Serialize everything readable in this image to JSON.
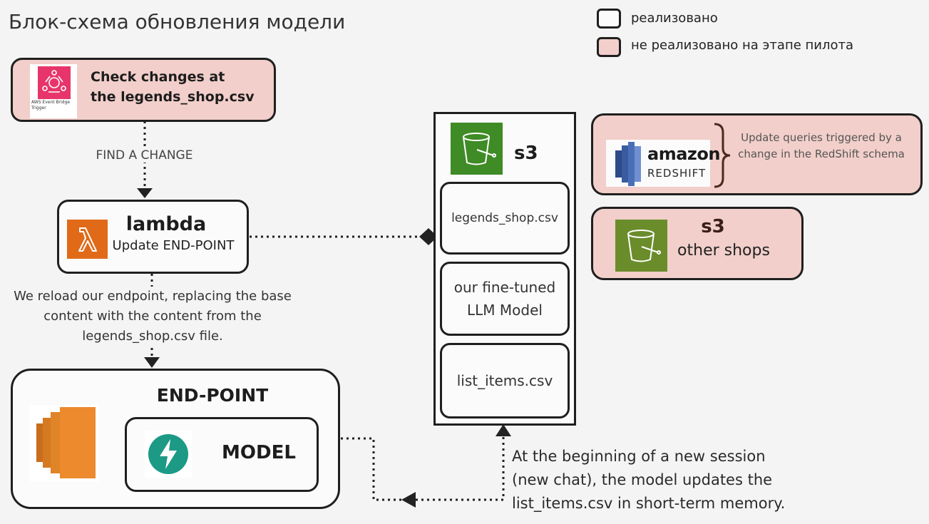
{
  "title": "Блок-схема обновления модели",
  "legend": {
    "implemented": "реализовано",
    "not_implemented": "не реализовано на этапе пилота",
    "colors": {
      "implemented": "#fbfbfb",
      "not_implemented": "#f2cfca"
    }
  },
  "eventbridge": {
    "title": "Check changes at the legends_shop.csv",
    "icon_caption": "AWS Event Bridge Trigger",
    "icon_color": "#e7356c"
  },
  "arrow_find_change": "FIND A CHANGE",
  "lambda": {
    "title": "lambda",
    "subtitle": "Update END-POINT",
    "icon_color": "#e06a18"
  },
  "reload_note": "We reload our endpoint, replacing the base content with the content from the legends_shop.csv file.",
  "endpoint": {
    "title": "END-POINT",
    "model_label": "MODEL",
    "ec2_icon_color": "#ec8a2d",
    "model_icon_color": "#1c9a86"
  },
  "s3_main": {
    "title": "s3",
    "items": [
      "legends_shop.csv",
      "our fine-tuned LLM Model",
      "list_items.csv"
    ],
    "icon_color": "#3f8b26"
  },
  "redshift": {
    "brand_top": "amazon",
    "brand_bottom": "REDSHIFT",
    "note": "Update queries triggered by a change in the RedShift schema"
  },
  "s3_other": {
    "title": "s3",
    "subtitle": "other shops",
    "icon_color": "#6a8c2a"
  },
  "session_note": "At the beginning of a new session (new chat), the model updates the list_items.csv in short-term memory."
}
